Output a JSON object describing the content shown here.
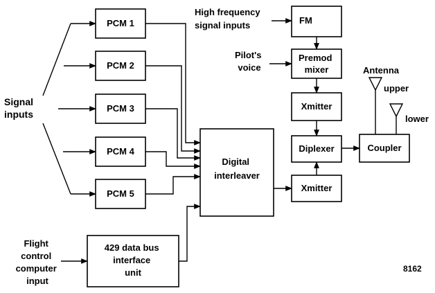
{
  "blocks": {
    "pcm1": "PCM 1",
    "pcm2": "PCM 2",
    "pcm3": "PCM 3",
    "pcm4": "PCM 4",
    "pcm5": "PCM 5",
    "bus": [
      "429 data bus",
      "interface",
      "unit"
    ],
    "interleaver": [
      "Digital",
      "interleaver"
    ],
    "fm": "FM",
    "premod": [
      "Premod",
      "mixer"
    ],
    "xmitter_top": "Xmitter",
    "xmitter_bottom": "Xmitter",
    "diplexer": "Diplexer",
    "coupler": "Coupler"
  },
  "labels": {
    "signal_inputs": [
      "Signal",
      "inputs"
    ],
    "high_freq": [
      "High frequency",
      "signal inputs"
    ],
    "pilot_voice": [
      "Pilot's",
      "voice"
    ],
    "antenna": "Antenna",
    "upper": "upper",
    "lower": "lower",
    "flight_control": [
      "Flight",
      "control",
      "computer",
      "input"
    ],
    "figure_number": "8162"
  },
  "colors": {
    "ink": "#000000",
    "background": "#ffffff"
  }
}
